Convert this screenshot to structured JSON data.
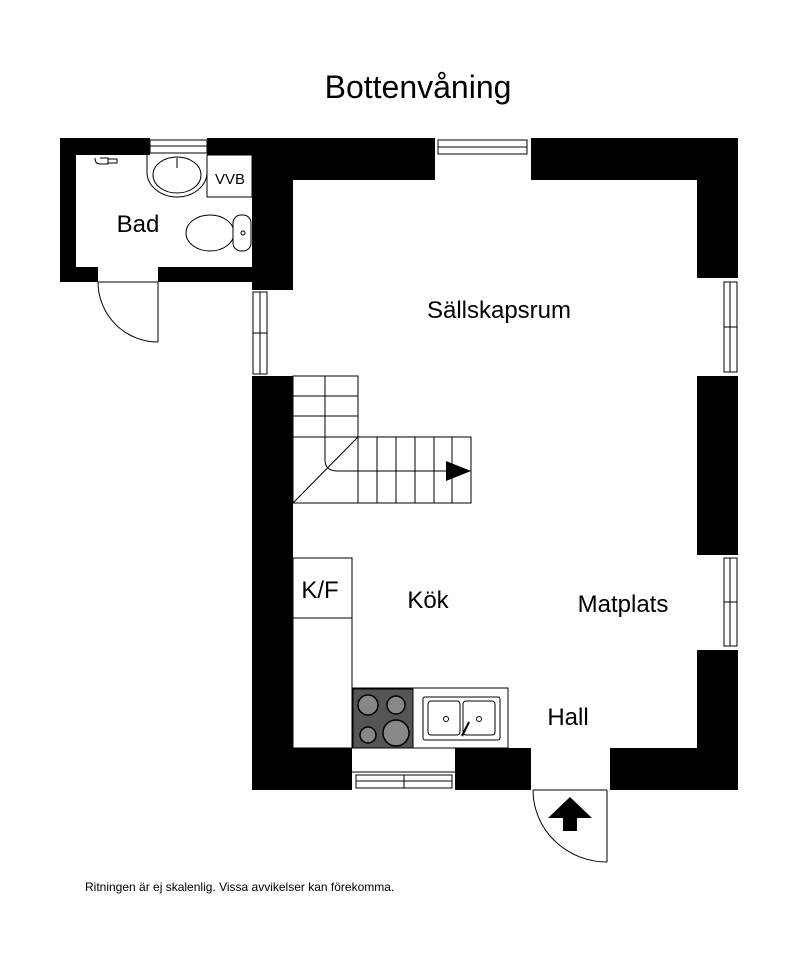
{
  "title": "Bottenvåning",
  "rooms": {
    "bad": "Bad",
    "vvb": "VVB",
    "sallskapsrum": "Sällskapsrum",
    "kf": "K/F",
    "kok": "Kök",
    "matplats": "Matplats",
    "hall": "Hall"
  },
  "footnote": "Ritningen är ej skalenlig. Vissa avvikelser kan förekomma.",
  "colors": {
    "wall": "#000000",
    "stove": "#555555",
    "burner": "#888888"
  }
}
